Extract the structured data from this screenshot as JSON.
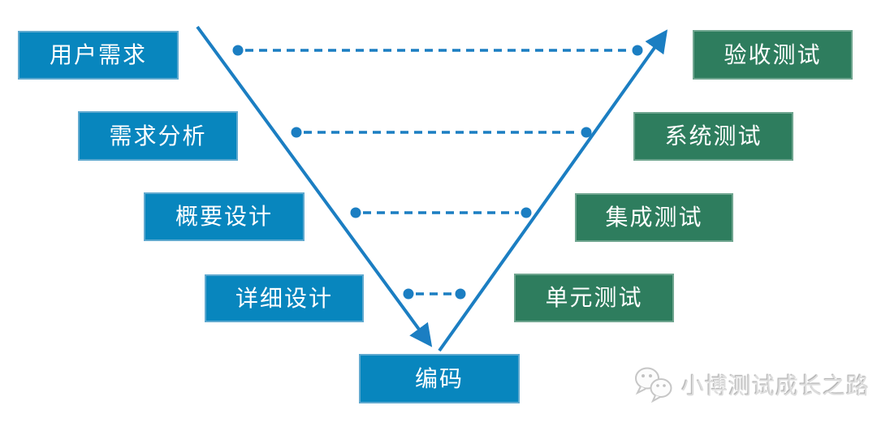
{
  "diagram": {
    "levels": [
      {
        "left": "用户需求",
        "right": "验收测试"
      },
      {
        "left": "需求分析",
        "right": "系统测试"
      },
      {
        "left": "概要设计",
        "right": "集成测试"
      },
      {
        "left": "详细设计",
        "right": "单元测试"
      }
    ],
    "bottom": "编码",
    "colors": {
      "left_box": "#0886BE",
      "right_box": "#2E7D5E",
      "arrow": "#1B7EC2",
      "box_text": "#FFFFFF"
    }
  },
  "watermark": {
    "text": "小博测试成长之路",
    "icon": "wechat-icon",
    "color": "#DDDDDD"
  }
}
